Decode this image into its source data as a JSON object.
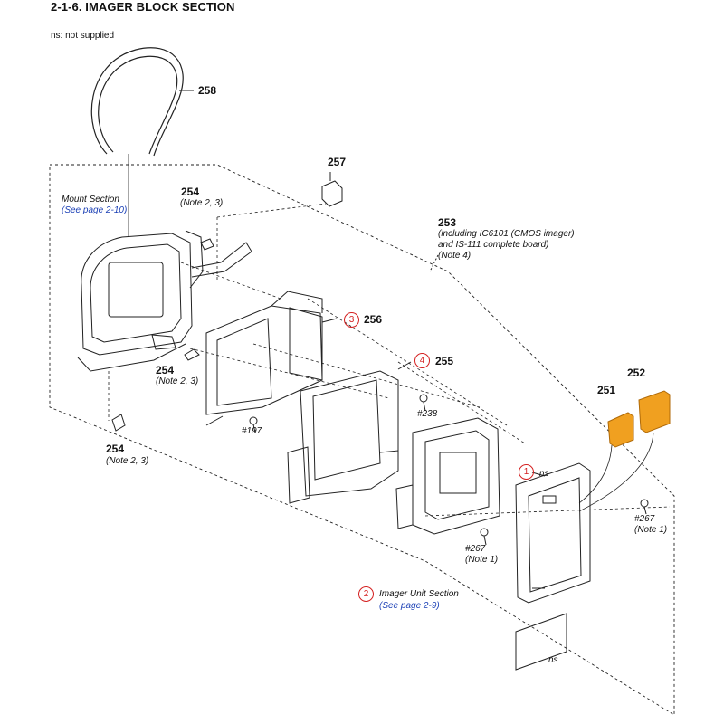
{
  "header": {
    "title": "2-1-6. IMAGER BLOCK SECTION",
    "note": "ns: not supplied"
  },
  "parts": {
    "p258": "258",
    "p257": "257",
    "p254_top": "254",
    "p254_top_note": "(Note 2, 3)",
    "p254_mid": "254",
    "p254_mid_note": "(Note 2, 3)",
    "p254_bot": "254",
    "p254_bot_note": "(Note 2, 3)",
    "p253": "253",
    "p253_l1": "(including IC6101 (CMOS imager)",
    "p253_l2": "and IS-111 complete board)",
    "p253_l3": "(Note 4)",
    "p256": "256",
    "p255": "255",
    "p252": "252",
    "p251": "251"
  },
  "sections": {
    "mount_label": "Mount Section",
    "mount_link": "(See page 2-10)",
    "imager_label": "Imager Unit Section",
    "imager_link": "(See page 2-9)"
  },
  "callouts": {
    "c1": "1",
    "c2": "2",
    "c3": "3",
    "c4": "4"
  },
  "screws": {
    "s238": "#238",
    "s197": "#197",
    "s267_a": "#267",
    "s267_a_note": "(Note 1)",
    "s267_b": "#267",
    "s267_b_note": "(Note 1)"
  },
  "labels": {
    "ns_1": "ns",
    "ns_2": "ns"
  },
  "colors": {
    "accent_orange": "#f0a020",
    "callout_red": "#d42020",
    "link_blue": "#1a3fb5"
  }
}
